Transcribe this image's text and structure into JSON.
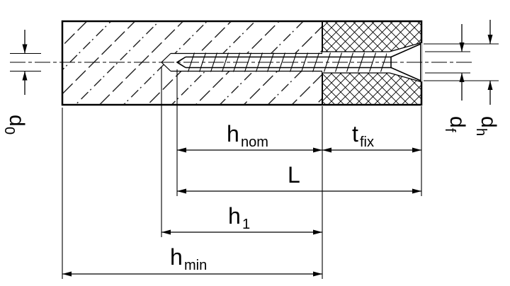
{
  "dims": {
    "d0": {
      "main": "d",
      "sub": "0"
    },
    "hnom": {
      "main": "h",
      "sub": "nom"
    },
    "tfix": {
      "main": "t",
      "sub": "fix"
    },
    "L": {
      "main": "L"
    },
    "h1": {
      "main": "h",
      "sub": "1"
    },
    "hmin": {
      "main": "h",
      "sub": "min"
    },
    "df": {
      "main": "d",
      "sub": "f"
    },
    "dh": {
      "main": "d",
      "sub": "h"
    }
  },
  "colors": {
    "line": "#000000",
    "background": "#ffffff"
  }
}
